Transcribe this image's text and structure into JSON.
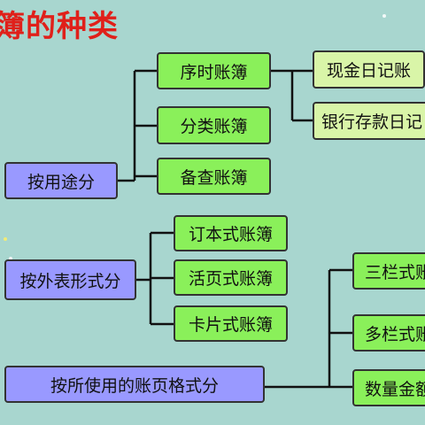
{
  "title": "簿的种类",
  "colors": {
    "background": "#a8d6cf",
    "title": "#e0201a",
    "category_box": "#9999ff",
    "item_box": "#8af05a",
    "sub_item_box": "#d9f5a8",
    "line": "#111111"
  },
  "categories": [
    {
      "label": "按用途分"
    },
    {
      "label": "按外表形式分"
    },
    {
      "label": "按所使用的账页格式分"
    }
  ],
  "usage_items": [
    {
      "label": "序时账簿"
    },
    {
      "label": "分类账簿"
    },
    {
      "label": "备查账簿"
    }
  ],
  "journal_items": [
    {
      "label": "现金日记账"
    },
    {
      "label": "银行存款日记"
    }
  ],
  "form_items": [
    {
      "label": "订本式账簿"
    },
    {
      "label": "活页式账簿"
    },
    {
      "label": "卡片式账簿"
    }
  ],
  "format_items": [
    {
      "label": "三栏式账"
    },
    {
      "label": "多栏式账"
    },
    {
      "label": "数量金额"
    }
  ]
}
